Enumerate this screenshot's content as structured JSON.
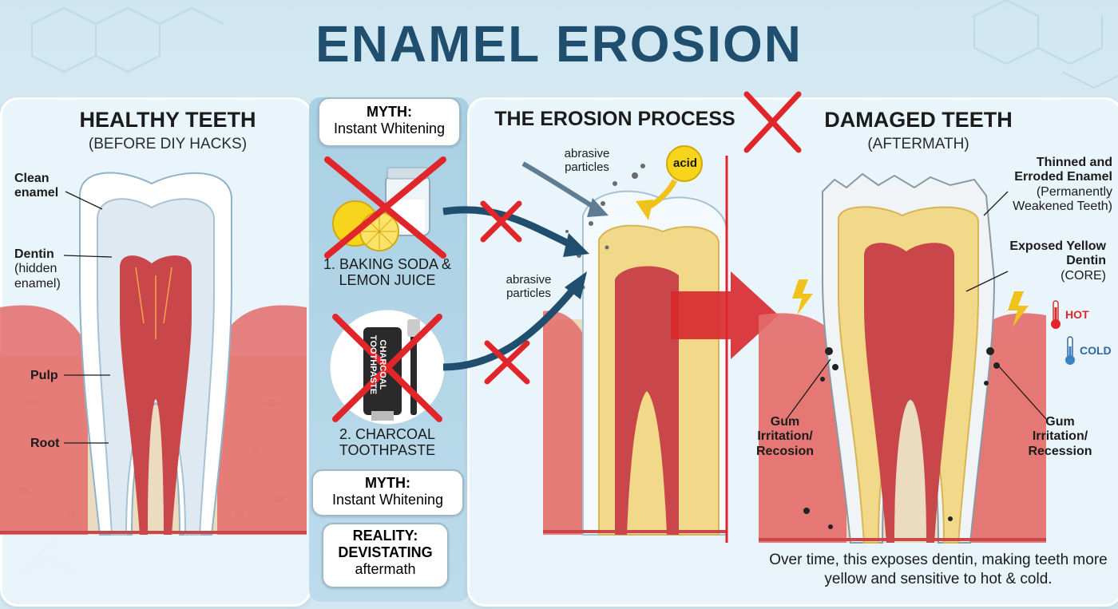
{
  "title": "ENAMEL EROSION",
  "healthy": {
    "heading": "HEALTHY TEETH",
    "subheading": "(BEFORE DIY HACKS)",
    "labels": {
      "clean_enamel": "Clean enamel",
      "dentin": "Dentin",
      "dentin_note": "(hidden enamel)",
      "pulp": "Pulp",
      "root": "Root"
    }
  },
  "center": {
    "myth_top_title": "MYTH:",
    "myth_top_text": "Instant Whitening",
    "hack1": "1. BAKING SODA & LEMON JUICE",
    "hack2": "2. CHARCOAL TOOTHPASTE",
    "toothpaste_brand": "CHARCOAL TOOTHPASTE",
    "myth_bottom_title": "MYTH:",
    "myth_bottom_text": "Instant Whitening",
    "reality_title": "REALITY:",
    "reality_line2": "DEVISTATING",
    "reality_line3": "aftermath"
  },
  "process": {
    "heading": "THE EROSION PROCESS",
    "abrasive_top": "abrasive particles",
    "abrasive_bottom": "abrasive particles",
    "acid": "acid"
  },
  "damaged": {
    "heading": "DAMAGED TEETH",
    "subheading": "(AFTERMATH)",
    "thinned_title": "Thinned and Erroded Enamel",
    "thinned_note": "(Permanently Weakened Teeth)",
    "exposed_title": "Exposed Yellow Dentin",
    "exposed_note": "(CORE)",
    "gum_left": "Gum Irritation/ Recosion",
    "gum_right": "Gum Irritation/ Recession",
    "hot": "HOT",
    "cold": "COLD"
  },
  "caption": "Over time, this exposes dentin, making teeth more yellow and sensitive to hot & cold.",
  "colors": {
    "title": "#1f4e6e",
    "gum": "#e46b6b",
    "pulp": "#c9474a",
    "dentin_healthy": "#dfe9f2",
    "dentin_exposed": "#f2d889",
    "bone": "#ecdcbf",
    "cross": "#e0262b",
    "arrow": "#1f4e6e"
  }
}
